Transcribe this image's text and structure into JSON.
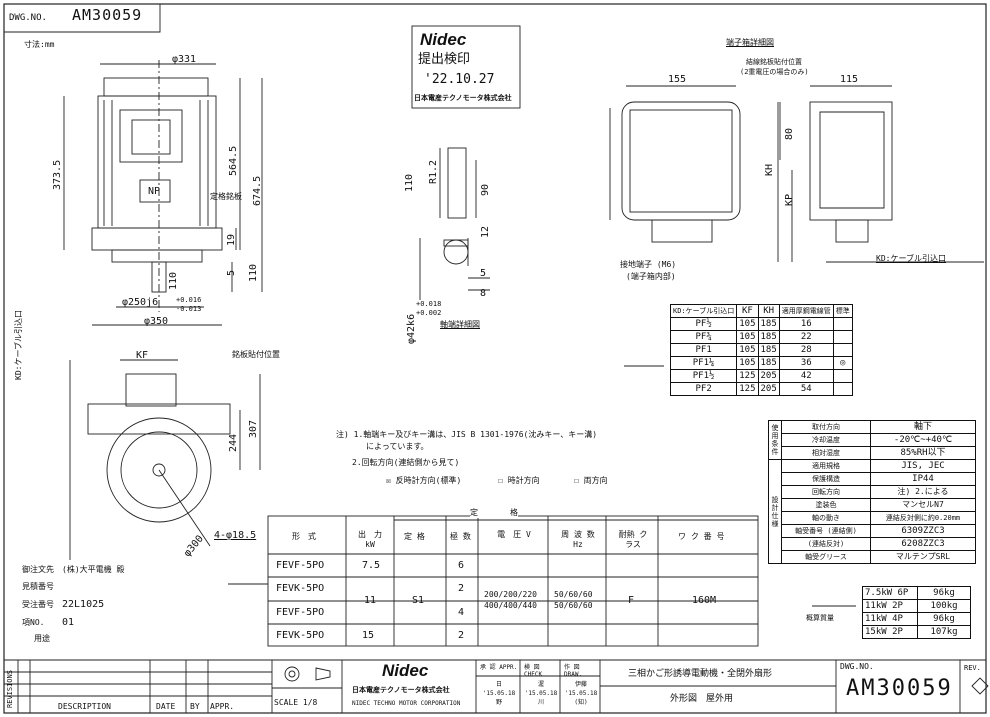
{
  "header": {
    "dwg_label": "DWG.NO.",
    "dwg_no": "AM30059",
    "unit": "寸法:mm"
  },
  "stamp": {
    "brand": "Nidec",
    "line1": "提出検印",
    "date": "'22.10.27",
    "company": "日本電産テクノモータ株式会社"
  },
  "front_view": {
    "d331": "φ331",
    "h373": "373.5",
    "h564": "564.5",
    "h674": "674.5",
    "h19": "19",
    "h5": "5",
    "h110a": "110",
    "h110b": "110",
    "d250": "φ250j6",
    "d250tol": "+0.016 -0.013",
    "d350": "φ350",
    "np": "NP",
    "np_label": "定格銘板"
  },
  "shaft": {
    "h110": "110",
    "r12": "R1.2",
    "h90": "90",
    "w12": "12",
    "w5": "5",
    "w8": "8",
    "dia": "φ42k6",
    "diatol": "+0.018 +0.002",
    "label": "軸端詳細図"
  },
  "terminal": {
    "title": "端子箱詳細図",
    "w155": "155",
    "w115": "115",
    "note1": "結線銘板貼付位置",
    "note2": "(2重電圧の場合のみ)",
    "h80": "80",
    "kh": "KH",
    "kp": "KP",
    "ground1": "接地端子 (M6)",
    "ground2": "(端子箱内部)",
    "kd": "KD:ケーブル引込口"
  },
  "kd_table": {
    "headers": [
      "KD:ケーブル引込口",
      "KF",
      "KH",
      "適用厚鋼電線管",
      "標準"
    ],
    "rows": [
      [
        "PF½",
        "105",
        "185",
        "16",
        ""
      ],
      [
        "PF¾",
        "105",
        "185",
        "22",
        ""
      ],
      [
        "PF1",
        "105",
        "185",
        "28",
        ""
      ],
      [
        "PF1¼",
        "105",
        "185",
        "36",
        "◎"
      ],
      [
        "PF1½",
        "125",
        "205",
        "42",
        ""
      ],
      [
        "PF2",
        "125",
        "205",
        "54",
        ""
      ]
    ]
  },
  "side_view": {
    "kd": "KD:ケーブル引込口",
    "kf": "KF",
    "plate": "銘板貼付位置",
    "h244": "244",
    "h307": "307",
    "holes": "4-φ18.5",
    "d300": "φ300"
  },
  "notes": {
    "n1a": "注) 1.軸端キー及びキー溝は、JIS B 1301-1976(沈みキー、キー溝)",
    "n1b": "によっています。",
    "n2": "2.回転方向(連結側から見て)",
    "opt1": "反時計方向(標準)",
    "opt2": "時計方向",
    "opt3": "両方向"
  },
  "spec_table": {
    "group": "定　　　　格",
    "headers": [
      "形　式",
      "出　力 kW",
      "定 格",
      "極 数",
      "電　圧 V",
      "周 波 数 Hz",
      "耐熱 クラス",
      "ワ ク 番 号"
    ],
    "rows": [
      [
        "FEVF-5PO",
        "7.5",
        "6"
      ],
      [
        "FEVK-5PO",
        "11",
        "2"
      ],
      [
        "FEVF-5PO",
        "",
        "4"
      ],
      [
        "FEVK-5PO",
        "15",
        "2"
      ]
    ],
    "rating": "S1",
    "voltage1": "200/200/220",
    "voltage2": "400/400/440",
    "freq1": "50/60/60",
    "freq2": "50/60/60",
    "cls": "F",
    "frame": "160M"
  },
  "use_table": {
    "side1": "使用条件",
    "side2": "設計仕様",
    "rows": [
      [
        "取付方向",
        "軸下"
      ],
      [
        "冷却温度",
        "-20℃~+40℃"
      ],
      [
        "相対湿度",
        "85%RH以下"
      ],
      [
        "適用規格",
        "JIS, JEC"
      ],
      [
        "保護構造",
        "IP44"
      ],
      [
        "回転方向",
        "注) 2.による"
      ],
      [
        "塗装色",
        "マンセルN7"
      ],
      [
        "軸の動き",
        "連結反対側に約0.20mm"
      ],
      [
        "軸受番号 (連結側)",
        "6309ZZC3"
      ],
      [
        "(連結反対)",
        "6208ZZC3"
      ],
      [
        "軸受グリース",
        "マルテンプSRL"
      ]
    ],
    "weight_label": "概算質量",
    "weights": [
      [
        "7.5kW 6P",
        "96kg"
      ],
      [
        "11kW 2P",
        "100kg"
      ],
      [
        "11kW 4P",
        "96kg"
      ],
      [
        "15kW 2P",
        "107kg"
      ]
    ]
  },
  "customer": {
    "l1": "御注文先",
    "v1": "(株)大平電機 殿",
    "l2": "見積番号",
    "v2": "",
    "l3": "受注番号",
    "v3": "22L1025",
    "l4": "項NO.",
    "v4": "01",
    "l5": "用途",
    "v5": ""
  },
  "title_block": {
    "revisions": "REVISIONS",
    "description": "DESCRIPTION",
    "date": "DATE",
    "by": "BY",
    "appr": "APPR.",
    "scale": "SCALE 1/8",
    "company": "日本電産テクノモータ株式会社",
    "company_en": "NIDEC TECHNO MOTOR CORPORATION",
    "appr_h": "承 認 APPR.",
    "check_h": "検 図 CHECK",
    "draw_h": "作 図 DRAW.",
    "appr_v": "日 '15.05.18 野",
    "check_v": "渥 '15.05.18 川",
    "draw_v": "伊藤 '15.05.18 (知)",
    "title1": "三相かご形誘導電動機・全閉外扇形",
    "title2": "外形図　屋外用",
    "dwg_label": "DWG.NO.",
    "dwg_no": "AM30059",
    "rev": "REV."
  }
}
